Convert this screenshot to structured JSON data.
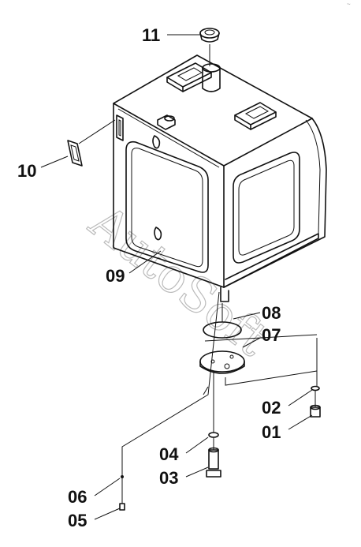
{
  "watermark": "AutoSoft",
  "corner_mark": "~",
  "parts": {
    "p11": "11",
    "p10": "10",
    "p09": "09",
    "p08": "08",
    "p07": "07",
    "p02": "02",
    "p01": "01",
    "p04": "04",
    "p03": "03",
    "p06": "06",
    "p05": "05"
  }
}
